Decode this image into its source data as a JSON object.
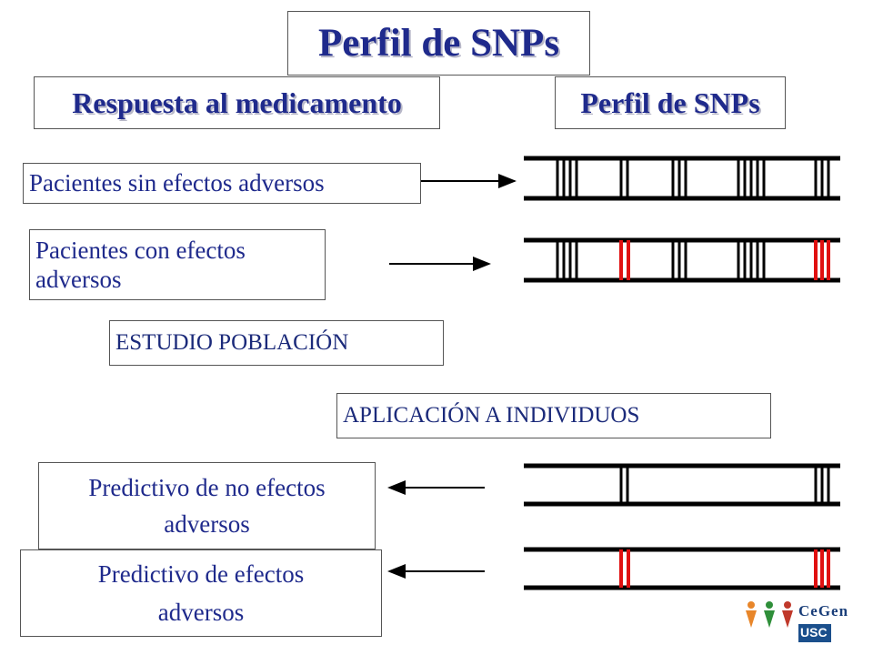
{
  "title": "Perfil de SNPs",
  "headers": {
    "left": "Respuesta al medicamento",
    "right": "Perfil de SNPs"
  },
  "labels": {
    "sin_efectos": "Pacientes sin efectos adversos",
    "con_efectos_line1": "Pacientes con efectos",
    "con_efectos_line2": "adversos",
    "estudio": "ESTUDIO POBLACIÓN",
    "aplicacion": "APLICACIÓN A INDIVIDUOS",
    "pred_no_line1": "Predictivo de no efectos",
    "pred_no_line2": "adversos",
    "pred_si_line1": "Predictivo de efectos",
    "pred_si_line2": "adversos"
  },
  "logo": {
    "cegen": "CeGen",
    "usc": "USC"
  },
  "colors": {
    "title_blue": "#1f2a8c",
    "snp_black": "#000000",
    "snp_red": "#e01010"
  }
}
